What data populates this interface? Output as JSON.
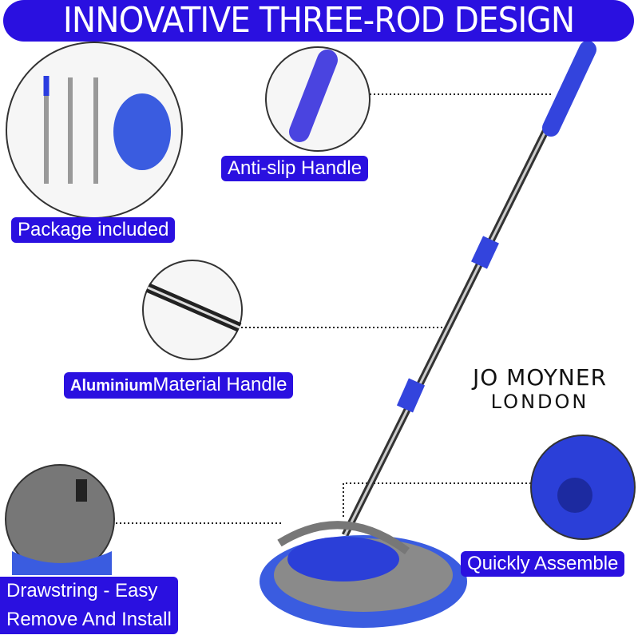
{
  "title": "INNOVATIVE THREE-ROD DESIGN",
  "labels": {
    "package": "Package included",
    "handle": "Anti-slip Handle",
    "aluminium_bold": "Aluminium",
    "aluminium_rest": "Material Handle",
    "drawstring_line1": "Drawstring - Easy",
    "drawstring_line2": "Remove And Install",
    "assemble": "Quickly Assemble"
  },
  "brand": {
    "line1": "JO MOYNER",
    "line2": "LONDON"
  },
  "colors": {
    "accent": "#2a10e0",
    "mop_blue": "#3a5ce0",
    "grey": "#8a8a8a"
  }
}
